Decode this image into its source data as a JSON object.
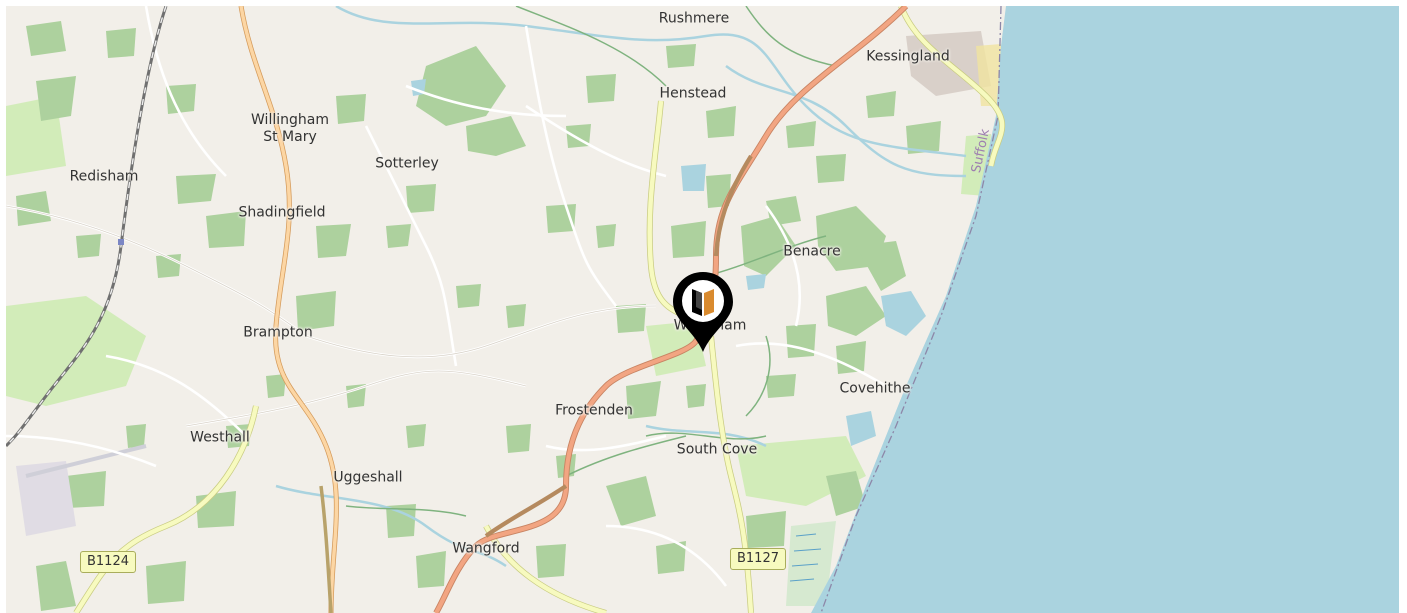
{
  "colors": {
    "land": "#f2efe9",
    "sea": "#aad3df",
    "woodland": "#add19e",
    "meadow": "#cdebb0",
    "trunk_road": "#f2a582",
    "primary_road": "#fcd6a4",
    "secondary_road": "#f7fabf",
    "river": "#aad3df",
    "railway": "#707070",
    "pin": "#000000"
  },
  "places": [
    {
      "name": "Rushmere"
    },
    {
      "name": "Kessingland"
    },
    {
      "name": "Henstead"
    },
    {
      "name": "Willingham\nSt Mary"
    },
    {
      "name": "Sotterley"
    },
    {
      "name": "Redisham"
    },
    {
      "name": "Shadingfield"
    },
    {
      "name": "Benacre"
    },
    {
      "name": "Wrentham"
    },
    {
      "name": "Brampton"
    },
    {
      "name": "Covehithe"
    },
    {
      "name": "Frostenden"
    },
    {
      "name": "Westhall"
    },
    {
      "name": "South Cove"
    },
    {
      "name": "Uggeshall"
    },
    {
      "name": "Wangford"
    }
  ],
  "road_refs": [
    "B1124",
    "B1127"
  ],
  "region_label": "Suffolk",
  "marker": {
    "icon": "book-shop-icon"
  }
}
